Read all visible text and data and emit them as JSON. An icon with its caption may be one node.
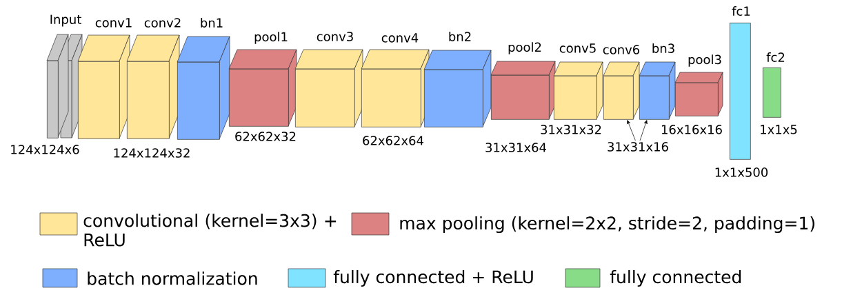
{
  "diagram": {
    "nodes": [
      {
        "text": [
          "Input"
        ],
        "beside": [
          "124x124x6"
        ]
      },
      {
        "text": [
          "conv1"
        ]
      },
      {
        "text": [
          "conv2"
        ],
        "beside": [
          "124x124x32"
        ]
      },
      {
        "text": [
          "bn1"
        ]
      },
      {
        "text": [
          "pool1"
        ],
        "beside": [
          "62x62x32"
        ]
      },
      {
        "text": [
          "conv3"
        ]
      },
      {
        "text": [
          "conv4"
        ],
        "beside": [
          "62x62x64"
        ]
      },
      {
        "text": [
          "bn2"
        ]
      },
      {
        "text": [
          "pool2"
        ],
        "beside": [
          "31x31x64"
        ]
      },
      {
        "text": [
          "conv5"
        ],
        "beside": [
          "31x31x32"
        ]
      },
      {
        "text": [
          "conv6"
        ]
      },
      {
        "text": [
          "bn3"
        ]
      },
      {
        "text": [
          "pool3"
        ],
        "beside": [
          "16x16x16"
        ]
      },
      {
        "text": [
          "fc1"
        ],
        "beside": [
          "1x1x500"
        ]
      },
      {
        "text": [
          "fc2"
        ],
        "beside": [
          "1x1x5"
        ]
      },
      {
        "text": [
          "31x31x16"
        ]
      }
    ],
    "edges": [
      {
        "from": 15,
        "to": 10,
        "arrow": "to"
      },
      {
        "from": 15,
        "to": 11,
        "arrow": "to"
      }
    ],
    "legend": [
      {
        "text": "convolutional (kernel=3x3) + ReLU",
        "color": "#ffe699"
      },
      {
        "text": "max pooling (kernel=2x2, stride=2, padding=1)",
        "color": "#dc8282"
      },
      {
        "text": "batch normalization",
        "color": "#7eaefe"
      },
      {
        "text": "fully connected + ReLU",
        "color": "#80e3ff"
      },
      {
        "text": "fully connected",
        "color": "#88dc88"
      }
    ]
  }
}
